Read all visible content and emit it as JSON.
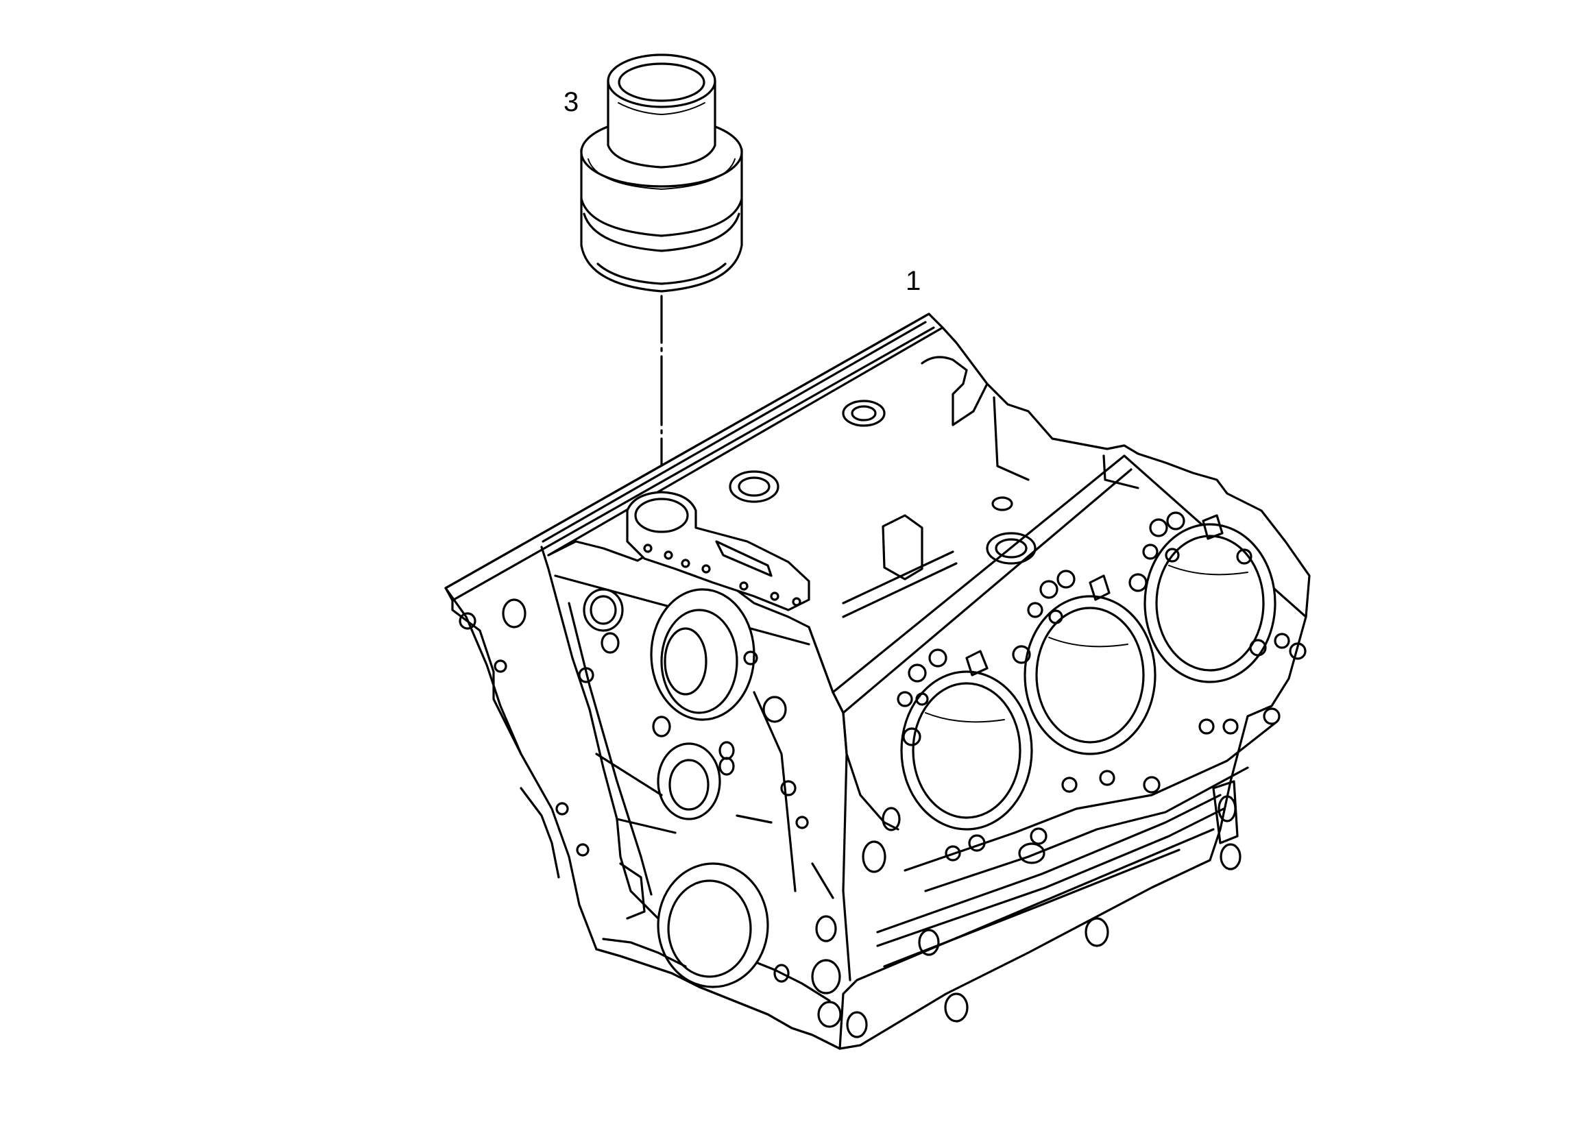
{
  "diagram": {
    "callouts": [
      {
        "id": "sleeve",
        "label": "3"
      },
      {
        "id": "block",
        "label": "1"
      }
    ],
    "parts": [
      "cylinder-liner-sleeve",
      "engine-cylinder-block"
    ]
  }
}
